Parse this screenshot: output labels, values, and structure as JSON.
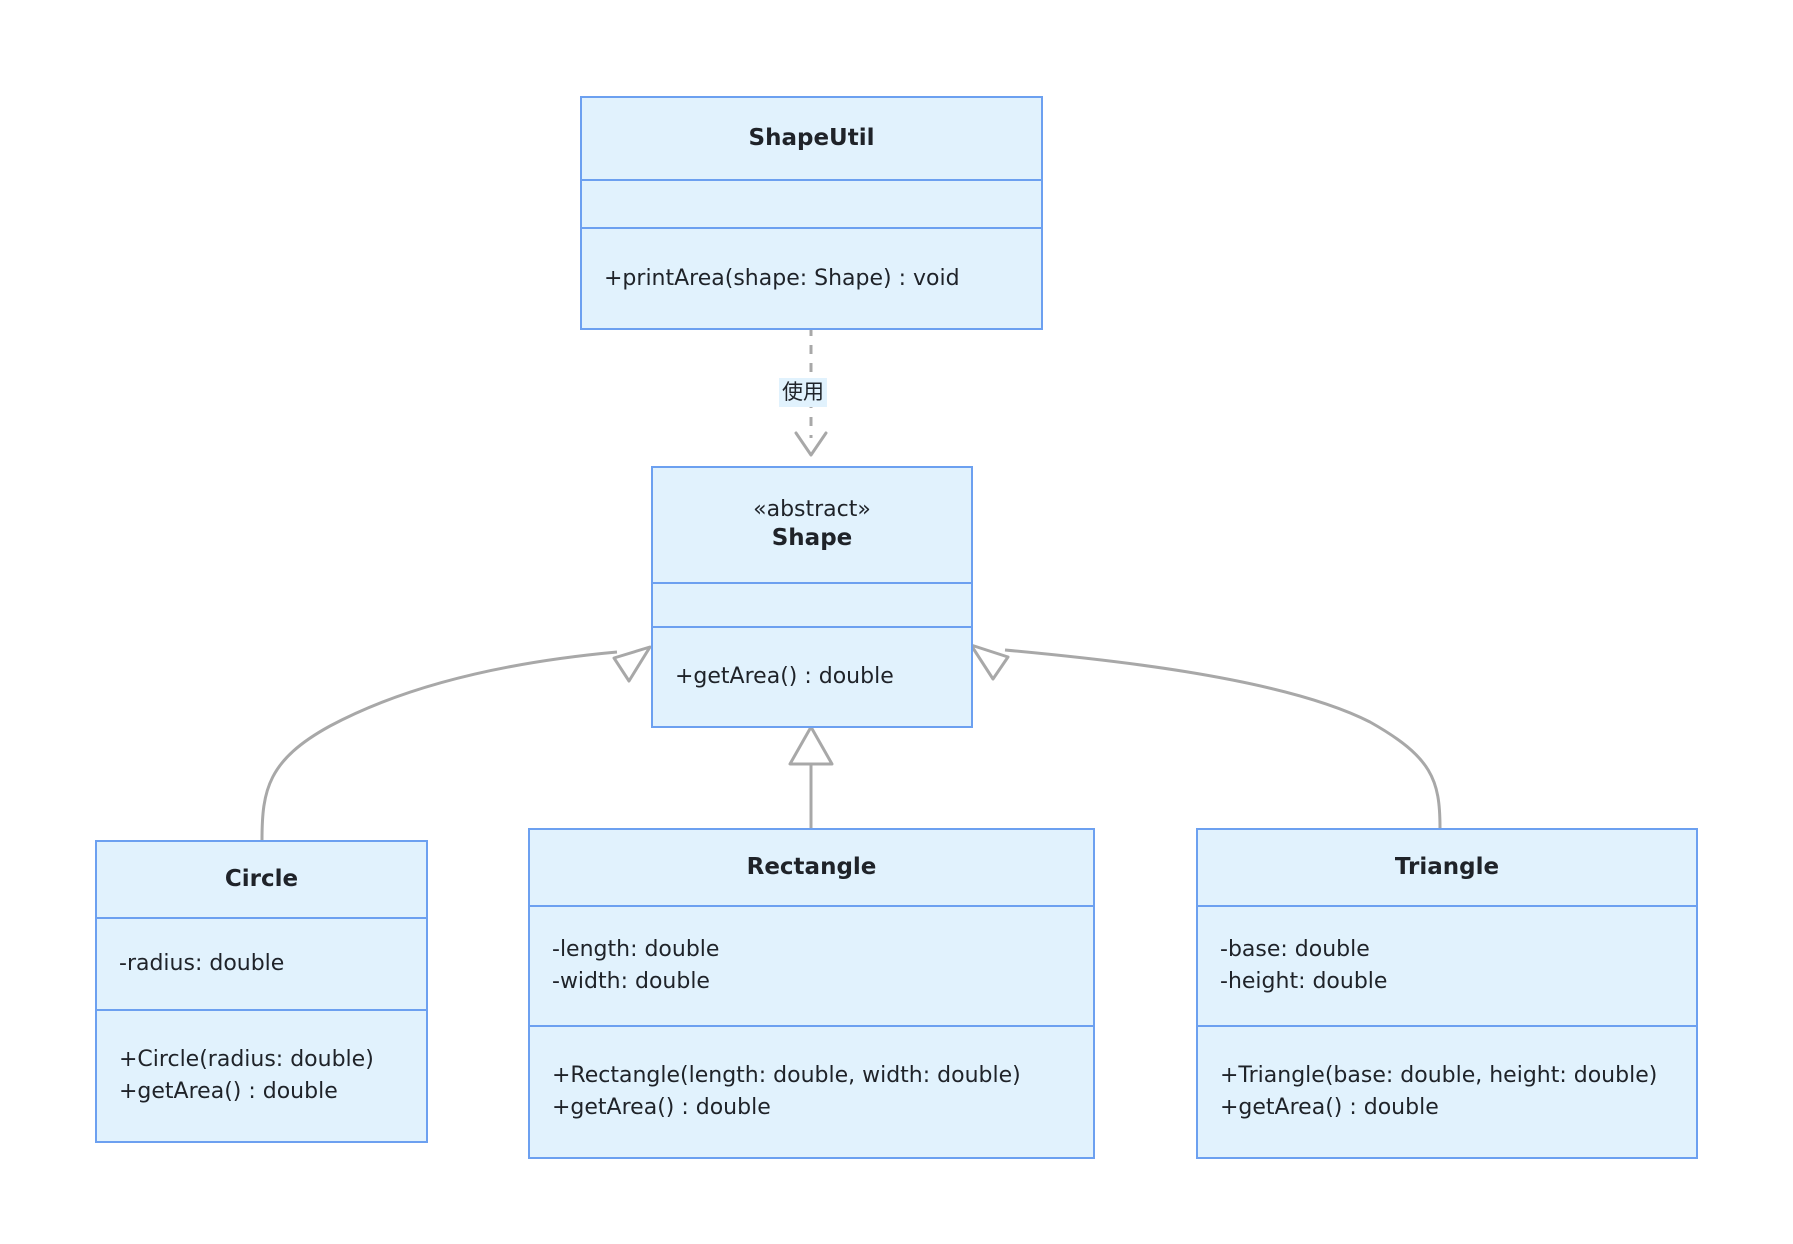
{
  "diagram": {
    "kind": "uml-class-diagram",
    "background": "#ffffff",
    "node_fill": "#e1f2fd",
    "node_stroke": "#6ca0f0",
    "edge_stroke": "#a8a8a8",
    "text_color": "#1f2329"
  },
  "classes": {
    "shapeutil": {
      "name": "ShapeUtil",
      "attributes": [],
      "methods": [
        "+printArea(shape: Shape) : void"
      ]
    },
    "shape": {
      "stereotype": "«abstract»",
      "name": "Shape",
      "attributes": [],
      "methods": [
        "+getArea() : double"
      ]
    },
    "circle": {
      "name": "Circle",
      "attributes": [
        "-radius: double"
      ],
      "methods": [
        "+Circle(radius: double)",
        "+getArea() : double"
      ]
    },
    "rectangle": {
      "name": "Rectangle",
      "attributes": [
        "-length: double",
        "-width: double"
      ],
      "methods": [
        "+Rectangle(length: double, width: double)",
        "+getArea() : double"
      ]
    },
    "triangle": {
      "name": "Triangle",
      "attributes": [
        "-base: double",
        "-height: double"
      ],
      "methods": [
        "+Triangle(base: double, height: double)",
        "+getArea() : double"
      ]
    }
  },
  "edges": {
    "dependency": {
      "label": "使用",
      "from": "ShapeUtil",
      "to": "Shape",
      "style": "dashed",
      "arrow": "open"
    },
    "inheritance_circle": {
      "from": "Circle",
      "to": "Shape",
      "style": "solid",
      "arrow": "hollow-triangle"
    },
    "inheritance_rectangle": {
      "from": "Rectangle",
      "to": "Shape",
      "style": "solid",
      "arrow": "hollow-triangle"
    },
    "inheritance_triangle": {
      "from": "Triangle",
      "to": "Shape",
      "style": "solid",
      "arrow": "hollow-triangle"
    }
  }
}
